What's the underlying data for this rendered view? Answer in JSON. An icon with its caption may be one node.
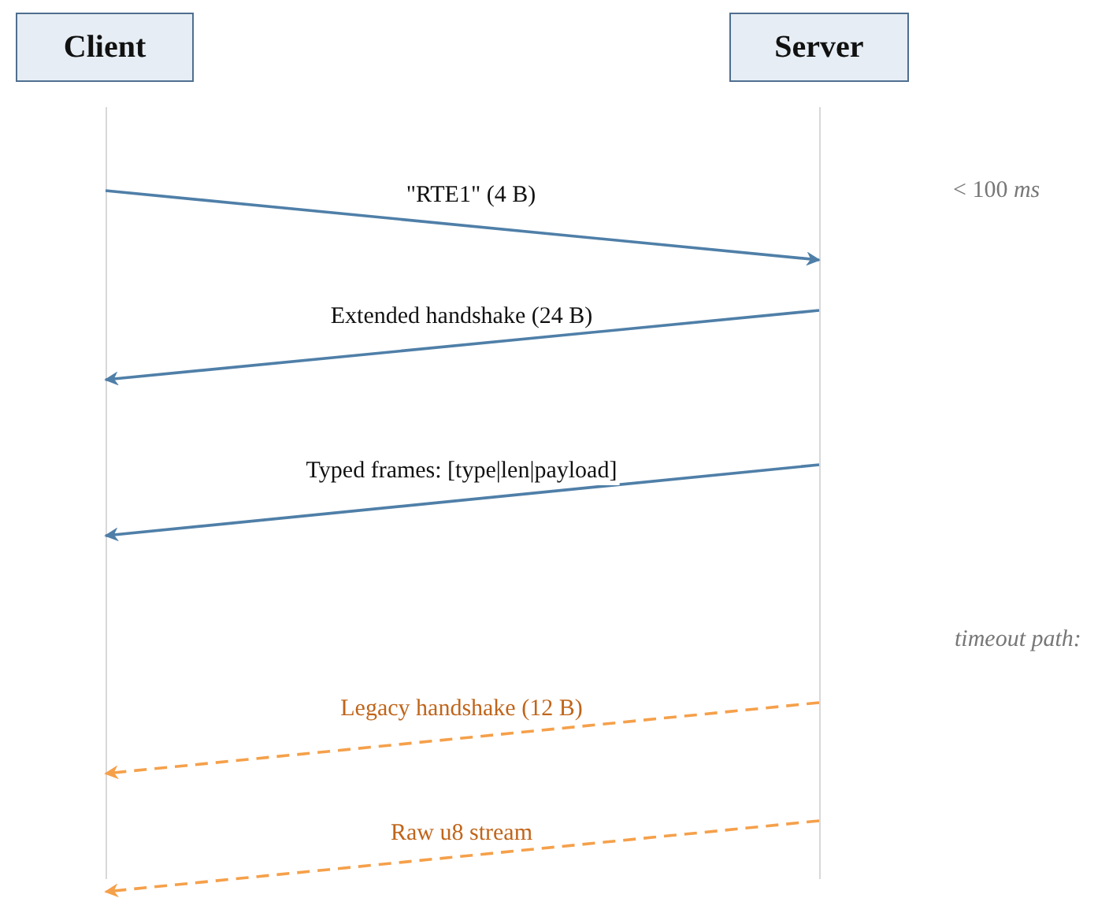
{
  "diagram": {
    "nodes": [
      {
        "text": [
          "Client"
        ]
      },
      {
        "text": [
          "Server"
        ]
      }
    ],
    "edges": [
      {
        "from": 0,
        "to": 1,
        "arrow": "to",
        "label": "\"RTE1\" (4 B)"
      },
      {
        "from": 1,
        "to": 0,
        "arrow": "to",
        "label": "Extended handshake (24 B)"
      },
      {
        "from": 1,
        "to": 0,
        "arrow": "to",
        "label": "Typed frames: [type|len|payload]"
      },
      {
        "from": 1,
        "to": 0,
        "arrow": "to",
        "label": "Legacy handshake (12 B)",
        "style": "dashed",
        "color": "#f5a04a"
      },
      {
        "from": 1,
        "to": 0,
        "arrow": "to",
        "label": "Raw u8 stream",
        "style": "dashed",
        "color": "#f5a04a"
      }
    ],
    "labels": [
      "< 100 *ms*",
      "timeout path:"
    ]
  }
}
